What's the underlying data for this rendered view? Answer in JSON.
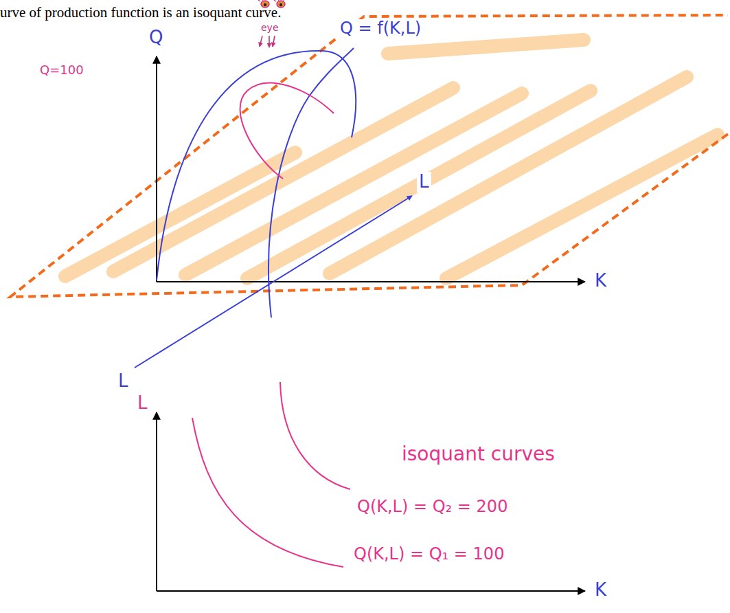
{
  "diagram": {
    "labels": [
      "urve of production function is an isoquant curve.",
      "eye",
      "Q",
      "Q = f(K,L)",
      "Q=100",
      "L",
      "K",
      "L",
      "L",
      "K",
      "isoquant curves",
      "Q(K,L) = Q₂ = 200",
      "Q(K,L) = Q₁ = 100"
    ]
  }
}
